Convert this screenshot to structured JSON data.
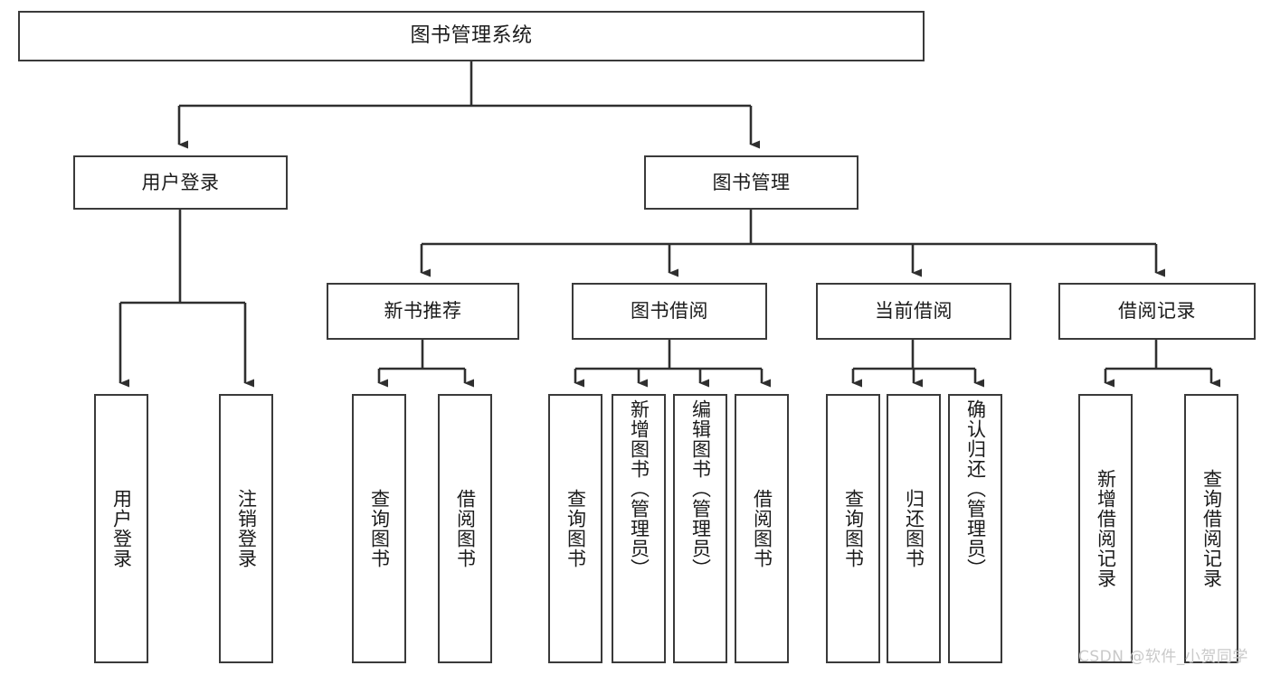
{
  "diagram": {
    "title": "图书管理系统",
    "type": "hierarchy-tree",
    "line_color": "#3a3a3a",
    "box_fill": "#ffffff",
    "text_color": "#1b1b1b",
    "root": {
      "label": "图书管理系统"
    },
    "level2": [
      {
        "label": "用户登录"
      },
      {
        "label": "图书管理"
      }
    ],
    "level3": [
      {
        "label": "新书推荐"
      },
      {
        "label": "图书借阅"
      },
      {
        "label": "当前借阅"
      },
      {
        "label": "借阅记录"
      }
    ],
    "leaves": {
      "user_login": [
        {
          "label": "用户登录"
        },
        {
          "label": "注销登录"
        }
      ],
      "new_book_recommend": [
        {
          "label": "查询图书"
        },
        {
          "label": "借阅图书"
        }
      ],
      "book_borrow": [
        {
          "label": "查询图书"
        },
        {
          "label": "新增图书（管理员）"
        },
        {
          "label": "编辑图书（管理员）"
        },
        {
          "label": "借阅图书"
        }
      ],
      "current_borrow": [
        {
          "label": "查询图书"
        },
        {
          "label": "归还图书"
        },
        {
          "label": "确认归还（管理员）"
        }
      ],
      "borrow_record": [
        {
          "label": "新增借阅记录"
        },
        {
          "label": "查询借阅记录"
        }
      ]
    }
  },
  "watermark": {
    "text": "CSDN @软件_小贺同学",
    "color": "#c9c9c9"
  }
}
